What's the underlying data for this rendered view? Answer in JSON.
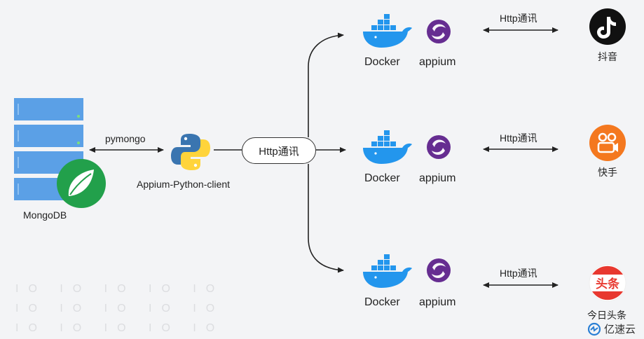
{
  "left": {
    "db_label": "MongoDB",
    "pymongo_label": "pymongo",
    "client_label": "Appium-Python-client",
    "center_channel_label": "Http通讯"
  },
  "rows": [
    {
      "docker_label": "Docker",
      "appium_label": "appium",
      "channel_label": "Http通讯",
      "app_name": "抖音",
      "app_color": "#111111"
    },
    {
      "docker_label": "Docker",
      "appium_label": "appium",
      "channel_label": "Http通讯",
      "app_name": "快手",
      "app_color": "#f4781f"
    },
    {
      "docker_label": "Docker",
      "appium_label": "appium",
      "channel_label": "Http通讯",
      "app_name": "今日头条",
      "app_color": "#e8382f"
    }
  ],
  "toutiao_logo_text": "头条",
  "watermark": "亿速云",
  "background_pattern": "IO IO IO IO IO",
  "colors": {
    "docker_blue": "#2396ed",
    "appium_purple": "#662d91",
    "server_blue": "#5ba0e6",
    "mongo_green": "#22a04b",
    "python_blue": "#3a75b0",
    "python_yellow": "#ffd43b"
  }
}
